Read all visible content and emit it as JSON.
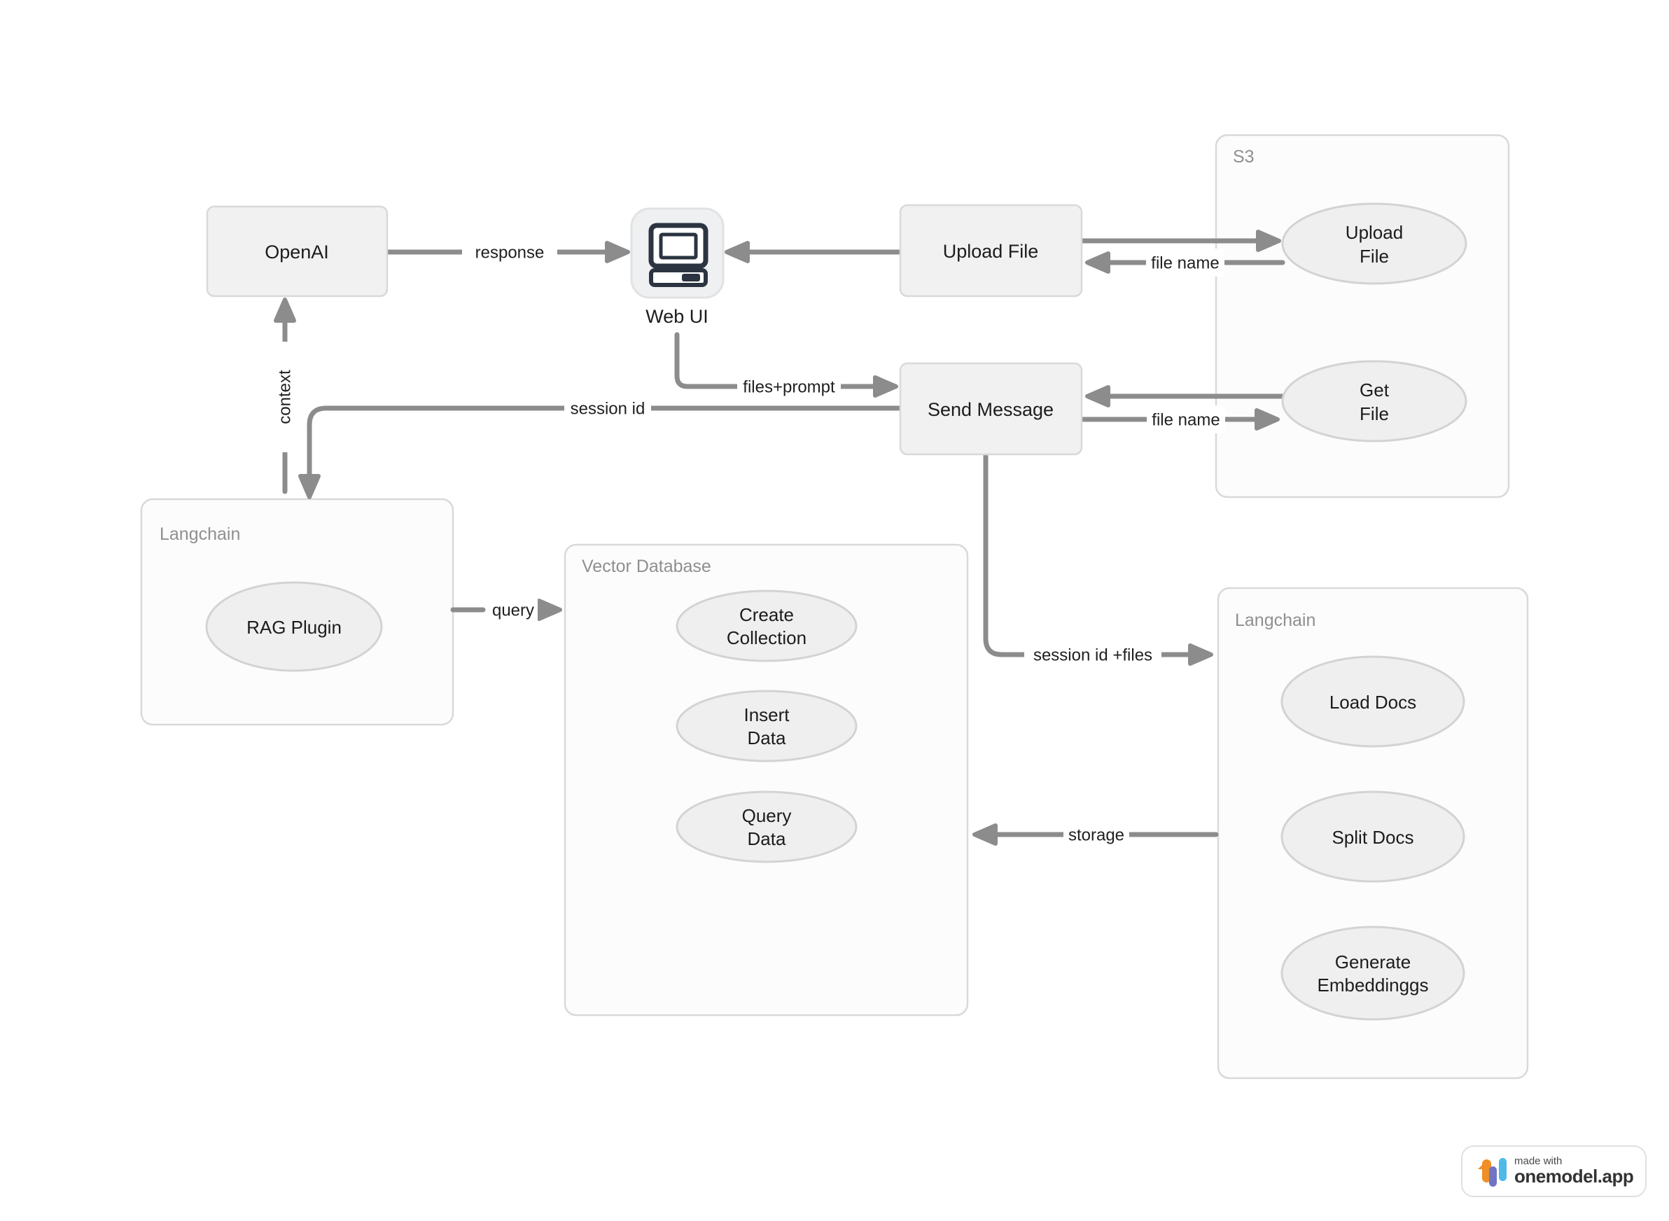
{
  "diagram": {
    "nodes": {
      "openai": {
        "label": "OpenAI"
      },
      "upload_file": {
        "label": "Upload File"
      },
      "send_message": {
        "label": "Send Message"
      },
      "web_ui": {
        "label": "Web UI",
        "icon": "computer-icon"
      }
    },
    "containers": {
      "s3": {
        "label": "S3"
      },
      "langchain_left": {
        "label": "Langchain"
      },
      "vector_database": {
        "label": "Vector Database"
      },
      "langchain_right": {
        "label": "Langchain"
      }
    },
    "ellipses": {
      "rag_plugin": {
        "label": "RAG Plugin"
      },
      "s3_upload_file": {
        "line1": "Upload",
        "line2": "File"
      },
      "s3_get_file": {
        "line1": "Get",
        "line2": "File"
      },
      "create_collection": {
        "line1": "Create",
        "line2": "Collection"
      },
      "insert_data": {
        "line1": "Insert",
        "line2": "Data"
      },
      "query_data": {
        "line1": "Query",
        "line2": "Data"
      },
      "load_docs": {
        "label": "Load Docs"
      },
      "split_docs": {
        "label": "Split Docs"
      },
      "generate_embeddings": {
        "line1": "Generate",
        "line2": "Embeddinggs"
      }
    },
    "edge_labels": {
      "response": "response",
      "file_name_upload": "file name",
      "files_prompt": "files+prompt",
      "session_id": "session id",
      "context": "context",
      "query": "query",
      "session_id_files": "session id +files",
      "file_name_get": "file name",
      "storage": "storage"
    },
    "colors": {
      "arrow": "#8c8c8c",
      "node_fill": "#f1f1f1",
      "node_border": "#d9d9d9",
      "container_fill": "#fcfcfc",
      "ellipse_fill": "#efefef",
      "icon": "#2b3440",
      "label_text": "#1c1c1c",
      "container_label_text": "#8f8f8f"
    }
  },
  "badge": {
    "made_with": "made with",
    "brand": "onemodel.app",
    "icon": "onemodel-logo-icon",
    "logo_colors": {
      "orange": "#ef8f25",
      "indigo": "#6f74c4",
      "blue": "#4fb9e8"
    }
  }
}
